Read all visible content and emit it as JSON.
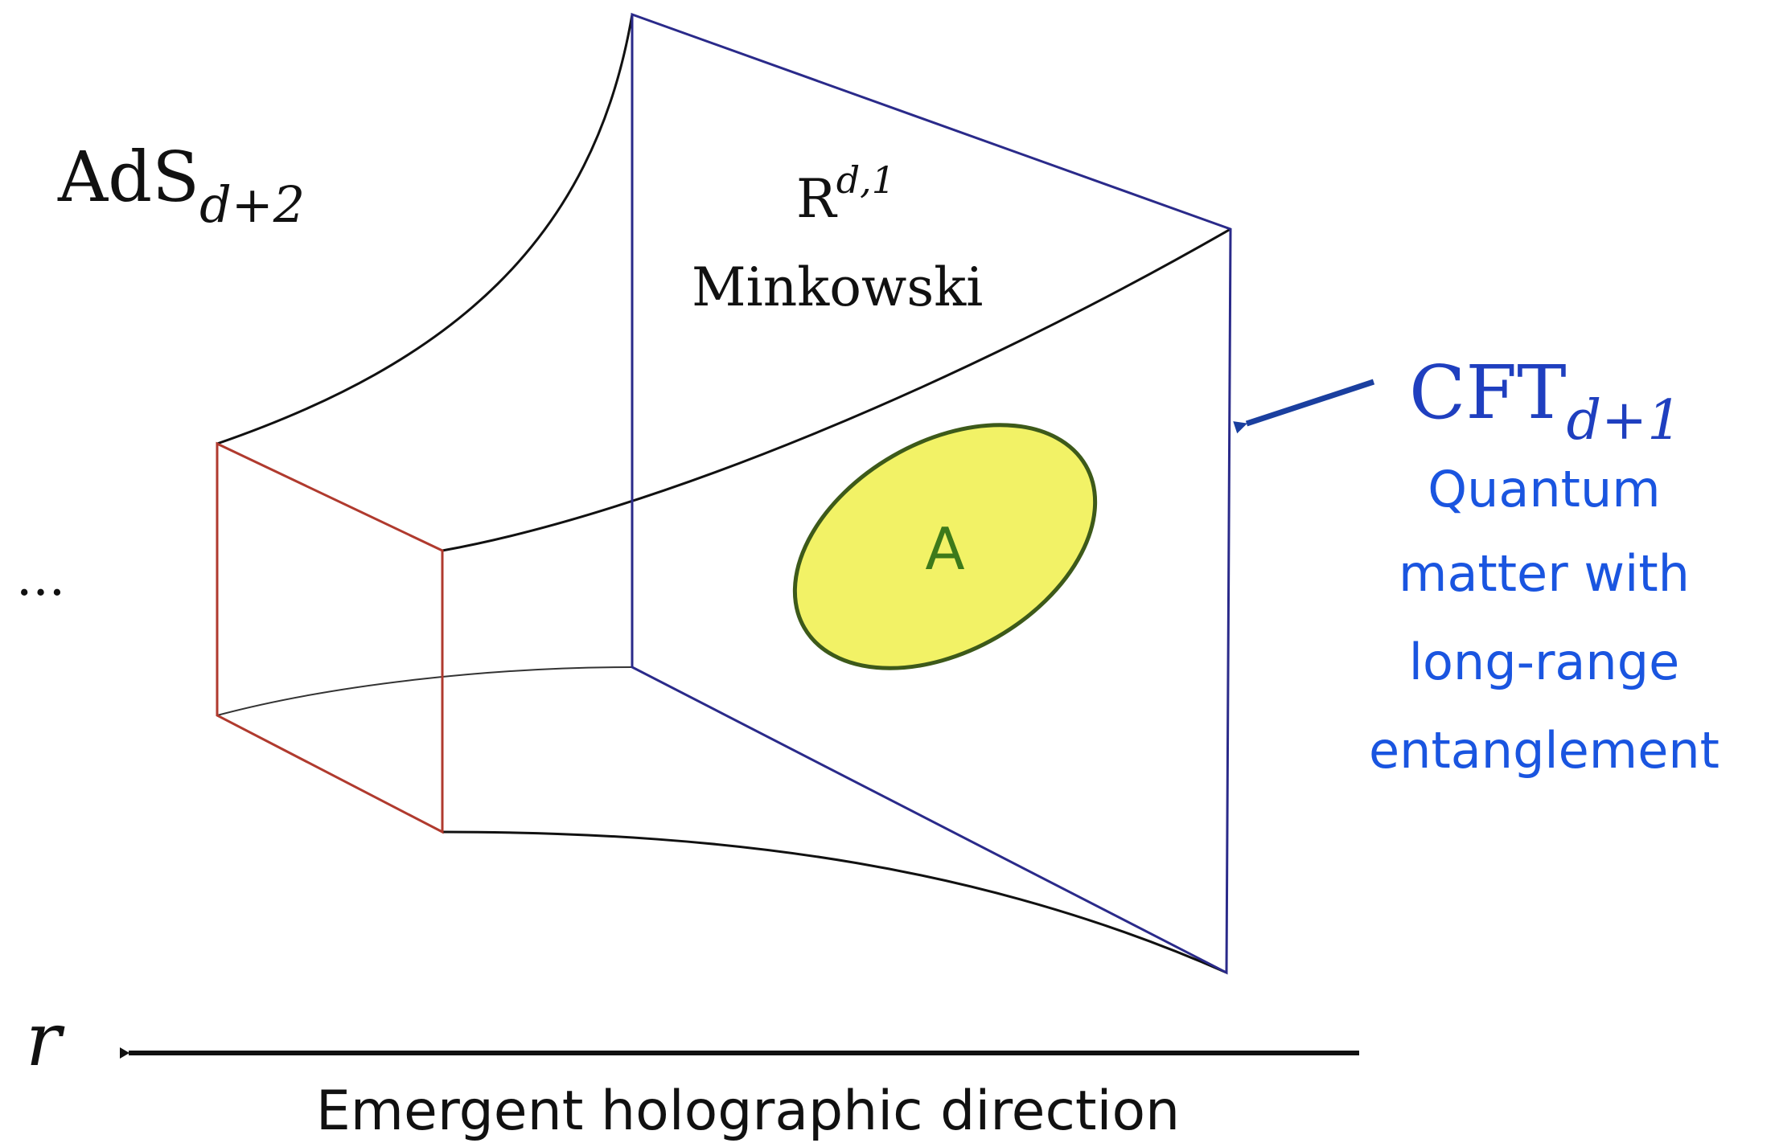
{
  "labels": {
    "ads_main": "AdS",
    "ads_sub": "d+2",
    "minkowski_base": "R",
    "minkowski_sup": "d,1",
    "minkowski_name": "Minkowski",
    "cft_main": "CFT",
    "cft_sub": "d+1",
    "cft_desc_line1": "Quantum",
    "cft_desc_line2": "matter with",
    "cft_desc_line3": "long-range",
    "cft_desc_line4": "entanglement",
    "region": "A",
    "ellipsis": "...",
    "r_axis": "r",
    "direction_caption": "Emergent holographic direction"
  },
  "colors": {
    "boundary_plane": "#2a2a8a",
    "inner_box": "#b03a2e",
    "horn_edges": "#111111",
    "region_fill": "#f2f266",
    "region_stroke": "#3d5a1a",
    "region_text": "#3d7a1a",
    "cft_label": "#1f3fbf",
    "cft_desc": "#1a55e0",
    "cft_arrow": "#1a3f9f",
    "text": "#111111"
  }
}
